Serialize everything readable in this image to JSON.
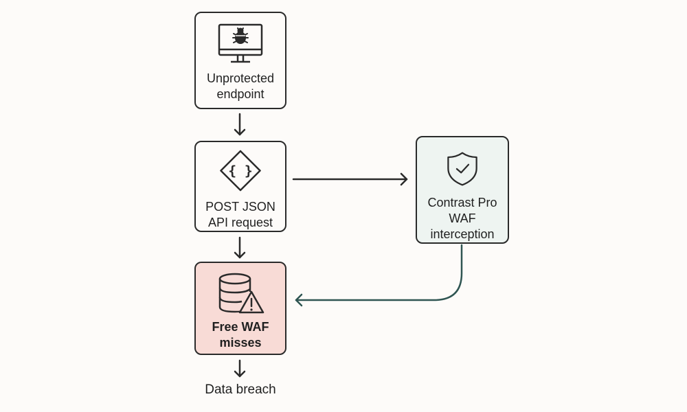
{
  "nodes": {
    "unprotected": {
      "label_line1": "Unprotected",
      "label_line2": "endpoint",
      "icon": "monitor-bug-icon"
    },
    "post_json": {
      "label_line1": "POST JSON",
      "label_line2": "API request",
      "icon": "json-braces-diamond-icon"
    },
    "free_waf": {
      "label_line1": "Free WAF",
      "label_line2": "misses",
      "icon": "database-warning-icon"
    },
    "contrast_pro": {
      "label_line1": "Contrast Pro",
      "label_line2": "WAF",
      "label_line3": "interception",
      "icon": "shield-check-icon"
    },
    "breach": {
      "label": "Data breach"
    }
  },
  "colors": {
    "background": "#fdfbf9",
    "stroke": "#2a2a2a",
    "free_waf_fill": "#f8dbd6",
    "contrast_fill": "#eef4f1",
    "return_arrow": "#2f5552"
  }
}
